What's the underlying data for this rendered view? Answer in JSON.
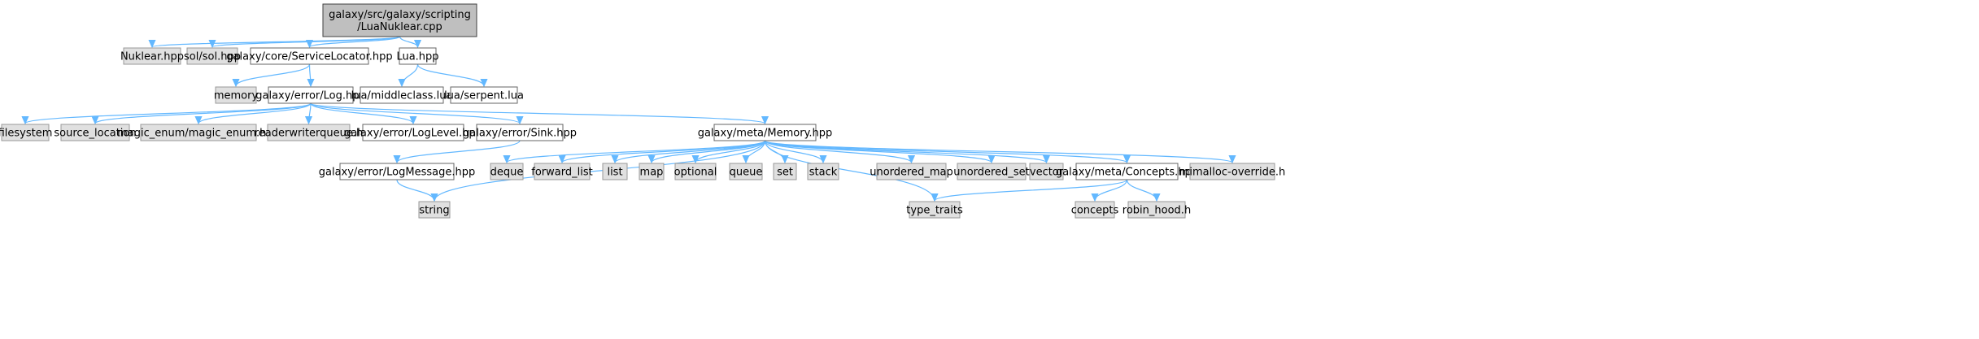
{
  "colors": {
    "root_fill": "#bfbfbf",
    "root_border": "#404040",
    "system_fill": "#e0e0e0",
    "system_border": "#999999",
    "local_fill": "#ffffff",
    "local_border": "#666666",
    "edge": "#63b8ff"
  },
  "nodes": [
    {
      "id": "root",
      "kind": "root",
      "lines": [
        "galaxy/src/galaxy/scripting",
        "/LuaNuklear.cpp"
      ]
    },
    {
      "id": "nuklear",
      "kind": "system",
      "lines": [
        "Nuklear.hpp"
      ]
    },
    {
      "id": "sol",
      "kind": "system",
      "lines": [
        "sol/sol.hpp"
      ]
    },
    {
      "id": "servicelocator",
      "kind": "local",
      "lines": [
        "galaxy/core/ServiceLocator.hpp"
      ]
    },
    {
      "id": "luahpp",
      "kind": "local",
      "lines": [
        "Lua.hpp"
      ]
    },
    {
      "id": "memory",
      "kind": "system",
      "lines": [
        "memory"
      ]
    },
    {
      "id": "log",
      "kind": "local",
      "lines": [
        "galaxy/error/Log.hpp"
      ]
    },
    {
      "id": "middleclass",
      "kind": "local",
      "lines": [
        "lua/middleclass.lua"
      ]
    },
    {
      "id": "serpent",
      "kind": "local",
      "lines": [
        "lua/serpent.lua"
      ]
    },
    {
      "id": "filesystem",
      "kind": "system",
      "lines": [
        "filesystem"
      ]
    },
    {
      "id": "source_location",
      "kind": "system",
      "lines": [
        "source_location"
      ]
    },
    {
      "id": "magic_enum",
      "kind": "system",
      "lines": [
        "magic_enum/magic_enum.hpp"
      ]
    },
    {
      "id": "readerwriterqueue",
      "kind": "system",
      "lines": [
        "readerwriterqueue.h"
      ]
    },
    {
      "id": "loglevel",
      "kind": "local",
      "lines": [
        "galaxy/error/LogLevel.hpp"
      ]
    },
    {
      "id": "sink",
      "kind": "local",
      "lines": [
        "galaxy/error/Sink.hpp"
      ]
    },
    {
      "id": "metamemory",
      "kind": "local",
      "lines": [
        "galaxy/meta/Memory.hpp"
      ]
    },
    {
      "id": "logmessage",
      "kind": "local",
      "lines": [
        "galaxy/error/LogMessage.hpp"
      ]
    },
    {
      "id": "deque",
      "kind": "system",
      "lines": [
        "deque"
      ]
    },
    {
      "id": "forward_list",
      "kind": "system",
      "lines": [
        "forward_list"
      ]
    },
    {
      "id": "list",
      "kind": "system",
      "lines": [
        "list"
      ]
    },
    {
      "id": "map",
      "kind": "system",
      "lines": [
        "map"
      ]
    },
    {
      "id": "optional",
      "kind": "system",
      "lines": [
        "optional"
      ]
    },
    {
      "id": "queue",
      "kind": "system",
      "lines": [
        "queue"
      ]
    },
    {
      "id": "set",
      "kind": "system",
      "lines": [
        "set"
      ]
    },
    {
      "id": "stack",
      "kind": "system",
      "lines": [
        "stack"
      ]
    },
    {
      "id": "unordered_map",
      "kind": "system",
      "lines": [
        "unordered_map"
      ]
    },
    {
      "id": "unordered_set",
      "kind": "system",
      "lines": [
        "unordered_set"
      ]
    },
    {
      "id": "vector",
      "kind": "system",
      "lines": [
        "vector"
      ]
    },
    {
      "id": "concepts_hpp",
      "kind": "local",
      "lines": [
        "galaxy/meta/Concepts.hpp"
      ]
    },
    {
      "id": "mimalloc",
      "kind": "system",
      "lines": [
        "mimalloc-override.h"
      ]
    },
    {
      "id": "string",
      "kind": "system",
      "lines": [
        "string"
      ]
    },
    {
      "id": "type_traits",
      "kind": "system",
      "lines": [
        "type_traits"
      ]
    },
    {
      "id": "concepts",
      "kind": "system",
      "lines": [
        "concepts"
      ]
    },
    {
      "id": "robin_hood",
      "kind": "system",
      "lines": [
        "robin_hood.h"
      ]
    }
  ],
  "edges": [
    {
      "from": "root",
      "to": "nuklear"
    },
    {
      "from": "root",
      "to": "sol"
    },
    {
      "from": "root",
      "to": "servicelocator"
    },
    {
      "from": "root",
      "to": "luahpp"
    },
    {
      "from": "servicelocator",
      "to": "memory"
    },
    {
      "from": "servicelocator",
      "to": "log"
    },
    {
      "from": "luahpp",
      "to": "middleclass"
    },
    {
      "from": "luahpp",
      "to": "serpent"
    },
    {
      "from": "log",
      "to": "filesystem"
    },
    {
      "from": "log",
      "to": "source_location"
    },
    {
      "from": "log",
      "to": "magic_enum"
    },
    {
      "from": "log",
      "to": "readerwriterqueue"
    },
    {
      "from": "log",
      "to": "loglevel"
    },
    {
      "from": "log",
      "to": "sink"
    },
    {
      "from": "log",
      "to": "metamemory"
    },
    {
      "from": "sink",
      "to": "logmessage"
    },
    {
      "from": "logmessage",
      "to": "string"
    },
    {
      "from": "metamemory",
      "to": "deque"
    },
    {
      "from": "metamemory",
      "to": "forward_list"
    },
    {
      "from": "metamemory",
      "to": "list"
    },
    {
      "from": "metamemory",
      "to": "map"
    },
    {
      "from": "metamemory",
      "to": "optional"
    },
    {
      "from": "metamemory",
      "to": "queue"
    },
    {
      "from": "metamemory",
      "to": "set"
    },
    {
      "from": "metamemory",
      "to": "stack"
    },
    {
      "from": "metamemory",
      "to": "unordered_map"
    },
    {
      "from": "metamemory",
      "to": "unordered_set"
    },
    {
      "from": "metamemory",
      "to": "vector"
    },
    {
      "from": "metamemory",
      "to": "concepts_hpp"
    },
    {
      "from": "metamemory",
      "to": "mimalloc"
    },
    {
      "from": "metamemory",
      "to": "string"
    },
    {
      "from": "metamemory",
      "to": "type_traits"
    },
    {
      "from": "concepts_hpp",
      "to": "type_traits"
    },
    {
      "from": "concepts_hpp",
      "to": "concepts"
    },
    {
      "from": "concepts_hpp",
      "to": "robin_hood"
    }
  ]
}
